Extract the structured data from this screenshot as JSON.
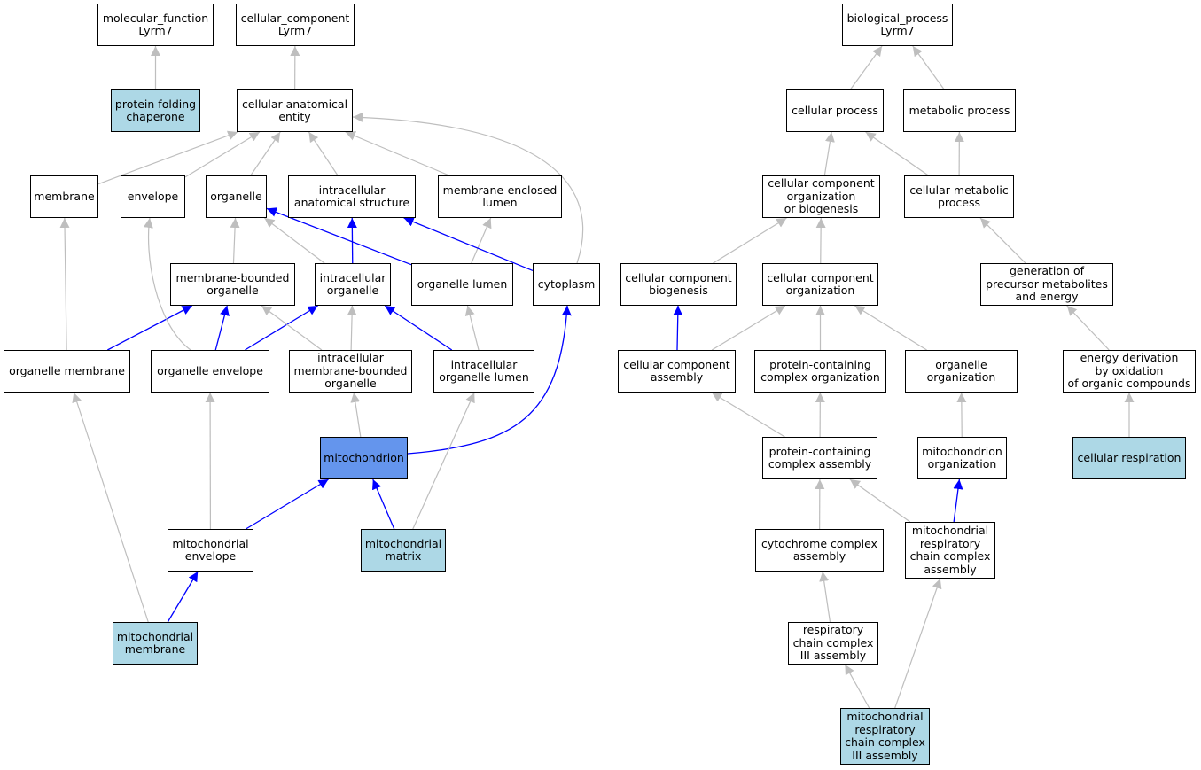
{
  "colors": {
    "node_fill": "#ffffff",
    "annotated_fill": "#add8e6",
    "focus_fill": "#6495ed",
    "edge_gray": "#bebebe",
    "edge_blue": "#0000ff",
    "border": "#000000"
  },
  "nodes": [
    {
      "id": "mf",
      "label": "molecular_function\nLyrm7",
      "style": "default"
    },
    {
      "id": "cc",
      "label": "cellular_component\nLyrm7",
      "style": "default"
    },
    {
      "id": "bp",
      "label": "biological_process\nLyrm7",
      "style": "default"
    },
    {
      "id": "pfc",
      "label": "protein folding\nchaperone",
      "style": "annotated"
    },
    {
      "id": "cae",
      "label": "cellular anatomical\nentity",
      "style": "default"
    },
    {
      "id": "cp",
      "label": "cellular process",
      "style": "default"
    },
    {
      "id": "mp",
      "label": "metabolic process",
      "style": "default"
    },
    {
      "id": "mem",
      "label": "membrane",
      "style": "default"
    },
    {
      "id": "env",
      "label": "envelope",
      "style": "default"
    },
    {
      "id": "org",
      "label": "organelle",
      "style": "default"
    },
    {
      "id": "ias",
      "label": "intracellular\nanatomical structure",
      "style": "default"
    },
    {
      "id": "mel",
      "label": "membrane-enclosed\nlumen",
      "style": "default"
    },
    {
      "id": "ccob",
      "label": "cellular component\norganization\nor biogenesis",
      "style": "default"
    },
    {
      "id": "cmp",
      "label": "cellular metabolic\nprocess",
      "style": "default"
    },
    {
      "id": "mbo",
      "label": "membrane-bounded\norganelle",
      "style": "default"
    },
    {
      "id": "io",
      "label": "intracellular\norganelle",
      "style": "default"
    },
    {
      "id": "ol",
      "label": "organelle lumen",
      "style": "default"
    },
    {
      "id": "cyto",
      "label": "cytoplasm",
      "style": "default"
    },
    {
      "id": "ccb",
      "label": "cellular component\nbiogenesis",
      "style": "default"
    },
    {
      "id": "cco",
      "label": "cellular component\norganization",
      "style": "default"
    },
    {
      "id": "gpme",
      "label": "generation of\nprecursor metabolites\nand energy",
      "style": "default"
    },
    {
      "id": "om",
      "label": "organelle membrane",
      "style": "default"
    },
    {
      "id": "oe",
      "label": "organelle envelope",
      "style": "default"
    },
    {
      "id": "imbo",
      "label": "intracellular\nmembrane-bounded\norganelle",
      "style": "default"
    },
    {
      "id": "iol",
      "label": "intracellular\norganelle lumen",
      "style": "default"
    },
    {
      "id": "cca",
      "label": "cellular component\nassembly",
      "style": "default"
    },
    {
      "id": "pcco",
      "label": "protein-containing\ncomplex organization",
      "style": "default"
    },
    {
      "id": "oo",
      "label": "organelle organization",
      "style": "default"
    },
    {
      "id": "edoc",
      "label": "energy derivation\nby oxidation\nof organic compounds",
      "style": "default"
    },
    {
      "id": "mito",
      "label": "mitochondrion",
      "style": "focus"
    },
    {
      "id": "pcca",
      "label": "protein-containing\ncomplex assembly",
      "style": "default"
    },
    {
      "id": "mo",
      "label": "mitochondrion\norganization",
      "style": "default"
    },
    {
      "id": "cr",
      "label": "cellular respiration",
      "style": "annotated"
    },
    {
      "id": "menv",
      "label": "mitochondrial\nenvelope",
      "style": "default"
    },
    {
      "id": "mmat",
      "label": "mitochondrial\nmatrix",
      "style": "annotated"
    },
    {
      "id": "ccas",
      "label": "cytochrome complex\nassembly",
      "style": "default"
    },
    {
      "id": "mrcca",
      "label": "mitochondrial\nrespiratory\nchain complex\nassembly",
      "style": "default"
    },
    {
      "id": "mmem",
      "label": "mitochondrial\nmembrane",
      "style": "annotated"
    },
    {
      "id": "rc3a",
      "label": "respiratory\nchain complex\nIII assembly",
      "style": "default"
    },
    {
      "id": "mrc3a",
      "label": "mitochondrial\nrespiratory\nchain complex\nIII assembly",
      "style": "annotated"
    }
  ],
  "edges": [
    {
      "from": "pfc",
      "to": "mf",
      "color": "gray"
    },
    {
      "from": "cae",
      "to": "cc",
      "color": "gray"
    },
    {
      "from": "mem",
      "to": "cae",
      "color": "gray"
    },
    {
      "from": "env",
      "to": "cae",
      "color": "gray"
    },
    {
      "from": "org",
      "to": "cae",
      "color": "gray"
    },
    {
      "from": "ias",
      "to": "cae",
      "color": "gray"
    },
    {
      "from": "mel",
      "to": "cae",
      "color": "gray"
    },
    {
      "from": "cyto",
      "to": "cae",
      "color": "gray"
    },
    {
      "from": "mbo",
      "to": "org",
      "color": "gray"
    },
    {
      "from": "io",
      "to": "org",
      "color": "gray"
    },
    {
      "from": "io",
      "to": "ias",
      "color": "blue"
    },
    {
      "from": "ol",
      "to": "org",
      "color": "blue"
    },
    {
      "from": "ol",
      "to": "mel",
      "color": "gray"
    },
    {
      "from": "cyto",
      "to": "ias",
      "color": "blue"
    },
    {
      "from": "om",
      "to": "mem",
      "color": "gray"
    },
    {
      "from": "om",
      "to": "mbo",
      "color": "blue"
    },
    {
      "from": "oe",
      "to": "env",
      "color": "gray"
    },
    {
      "from": "oe",
      "to": "mbo",
      "color": "blue"
    },
    {
      "from": "oe",
      "to": "io",
      "color": "blue"
    },
    {
      "from": "imbo",
      "to": "mbo",
      "color": "gray"
    },
    {
      "from": "imbo",
      "to": "io",
      "color": "gray"
    },
    {
      "from": "iol",
      "to": "io",
      "color": "blue"
    },
    {
      "from": "iol",
      "to": "ol",
      "color": "gray"
    },
    {
      "from": "mito",
      "to": "imbo",
      "color": "gray"
    },
    {
      "from": "mito",
      "to": "cyto",
      "color": "blue"
    },
    {
      "from": "menv",
      "to": "oe",
      "color": "gray"
    },
    {
      "from": "menv",
      "to": "mito",
      "color": "blue"
    },
    {
      "from": "mmat",
      "to": "mito",
      "color": "blue"
    },
    {
      "from": "mmat",
      "to": "iol",
      "color": "gray"
    },
    {
      "from": "mmem",
      "to": "om",
      "color": "gray"
    },
    {
      "from": "mmem",
      "to": "menv",
      "color": "blue"
    },
    {
      "from": "cp",
      "to": "bp",
      "color": "gray"
    },
    {
      "from": "mp",
      "to": "bp",
      "color": "gray"
    },
    {
      "from": "ccob",
      "to": "cp",
      "color": "gray"
    },
    {
      "from": "cmp",
      "to": "cp",
      "color": "gray"
    },
    {
      "from": "cmp",
      "to": "mp",
      "color": "gray"
    },
    {
      "from": "ccb",
      "to": "ccob",
      "color": "gray"
    },
    {
      "from": "cco",
      "to": "ccob",
      "color": "gray"
    },
    {
      "from": "gpme",
      "to": "cmp",
      "color": "gray"
    },
    {
      "from": "cca",
      "to": "ccb",
      "color": "blue"
    },
    {
      "from": "cca",
      "to": "cco",
      "color": "gray"
    },
    {
      "from": "pcco",
      "to": "cco",
      "color": "gray"
    },
    {
      "from": "oo",
      "to": "cco",
      "color": "gray"
    },
    {
      "from": "edoc",
      "to": "gpme",
      "color": "gray"
    },
    {
      "from": "pcca",
      "to": "cca",
      "color": "gray"
    },
    {
      "from": "pcca",
      "to": "pcco",
      "color": "gray"
    },
    {
      "from": "mo",
      "to": "oo",
      "color": "gray"
    },
    {
      "from": "cr",
      "to": "edoc",
      "color": "gray"
    },
    {
      "from": "ccas",
      "to": "pcca",
      "color": "gray"
    },
    {
      "from": "mrcca",
      "to": "pcca",
      "color": "gray"
    },
    {
      "from": "mrcca",
      "to": "mo",
      "color": "blue"
    },
    {
      "from": "rc3a",
      "to": "ccas",
      "color": "gray"
    },
    {
      "from": "mrc3a",
      "to": "rc3a",
      "color": "gray"
    },
    {
      "from": "mrc3a",
      "to": "mrcca",
      "color": "gray"
    }
  ]
}
